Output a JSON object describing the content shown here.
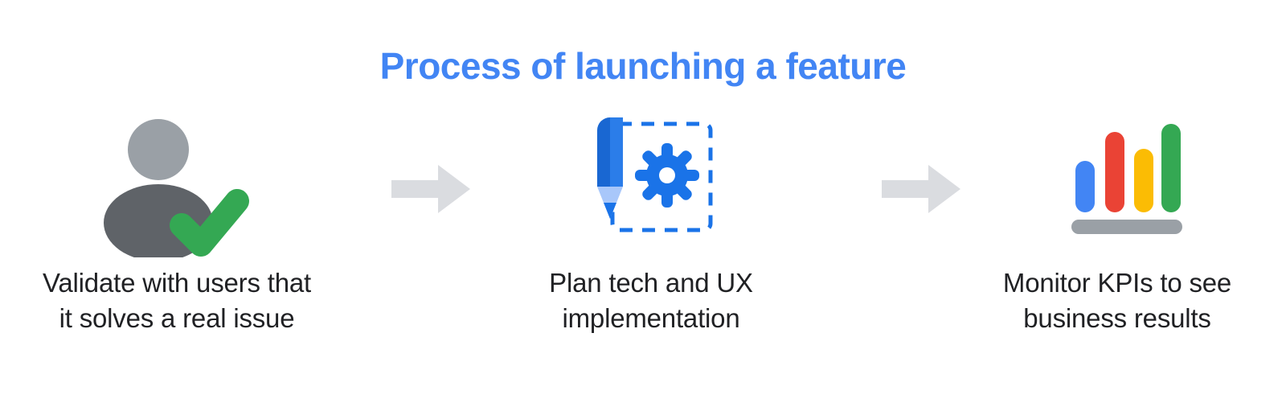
{
  "page": {
    "background_color": "#ffffff",
    "title": "Process of launching a feature",
    "title_color": "#4285f4"
  },
  "colors": {
    "google_blue": "#4285f4",
    "blue_dark": "#1a73e8",
    "blue_light": "#a8c7fa",
    "google_red": "#ea4335",
    "google_yellow": "#fbbc04",
    "google_green": "#34a853",
    "gray_light": "#9aa0a6",
    "gray_dark": "#5f6368",
    "arrow_gray": "#dadce0",
    "text": "#202124"
  },
  "steps": [
    {
      "index": 1,
      "icon": "person-check-icon",
      "icon_parts": [
        "person-head",
        "person-body",
        "green-checkmark"
      ],
      "caption_line1": "Validate with users that",
      "caption_line2": "it solves a real issue"
    },
    {
      "index": 2,
      "icon": "pencil-gear-icon",
      "icon_parts": [
        "pencil",
        "gear",
        "dashed-frame"
      ],
      "caption_line1": "Plan tech and UX",
      "caption_line2": "implementation"
    },
    {
      "index": 3,
      "icon": "bar-chart-icon",
      "icon_parts": [
        "bar-blue",
        "bar-red",
        "bar-yellow",
        "bar-green",
        "baseline"
      ],
      "caption_line1": "Monitor KPIs to see",
      "caption_line2": "business results"
    }
  ],
  "connectors": [
    {
      "index": 1,
      "name": "arrow-right-icon",
      "color": "#dadce0"
    },
    {
      "index": 2,
      "name": "arrow-right-icon",
      "color": "#dadce0"
    }
  ],
  "chart_data": {
    "type": "bar",
    "title": "",
    "categories": [
      "1",
      "2",
      "3",
      "4"
    ],
    "values": [
      52,
      92,
      70,
      100
    ],
    "series_colors": [
      "#4285f4",
      "#ea4335",
      "#fbbc04",
      "#34a853"
    ],
    "xlabel": "",
    "ylabel": "",
    "ylim": [
      0,
      100
    ],
    "grid": false,
    "legend": "none"
  }
}
